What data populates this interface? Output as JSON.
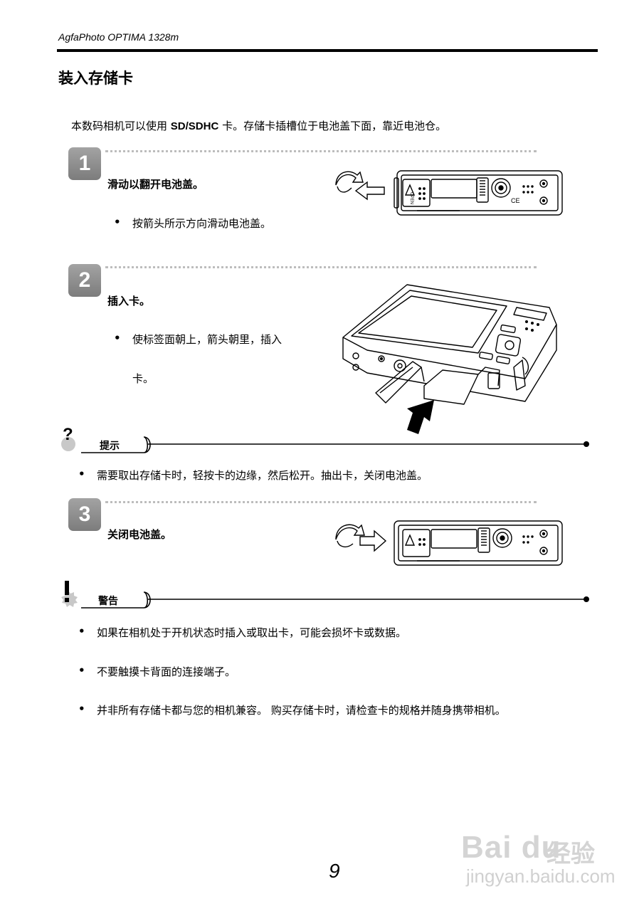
{
  "header": {
    "title": "AgfaPhoto OPTIMA 1328m"
  },
  "section": {
    "title": "装入存储卡"
  },
  "intro": {
    "before": "本数码相机可以使用 ",
    "bold": "SD/SDHC",
    "after": " 卡。存储卡插槽位于电池盖下面，靠近电池仓。"
  },
  "steps": [
    {
      "number": "1",
      "heading": "滑动以翻开电池盖。",
      "bullet": "按箭头所示方向滑动电池盖。"
    },
    {
      "number": "2",
      "heading": "插入卡。",
      "bullet_line1": "使标签面朝上，箭头朝里，插入",
      "bullet_line2": "卡。"
    },
    {
      "number": "3",
      "heading": "关闭电池盖。"
    }
  ],
  "tip": {
    "label": "提示",
    "icon": "question-icon",
    "items": [
      "需要取出存储卡时，轻按卡的边缘，然后松开。抽出卡，关闭电池盖。"
    ]
  },
  "warning": {
    "label": "警告",
    "icon": "exclamation-icon",
    "items": [
      "如果在相机处于开机状态时插入或取出卡，可能会损坏卡或数据。",
      "不要触摸卡背面的连接端子。",
      "并非所有存储卡都与您的相机兼容。 购买存储卡时，请检查卡的规格并随身携带相机。"
    ]
  },
  "camera_labels": {
    "open": "OPEN",
    "ce": "CE"
  },
  "page": {
    "number": "9"
  },
  "watermark": {
    "logo": "Bai du",
    "cn": "经验",
    "url": "jingyan.baidu.com"
  },
  "colors": {
    "badge": "#8a8a8a",
    "dots": "#bdbdbd",
    "watermark": "#d4d4d4"
  }
}
